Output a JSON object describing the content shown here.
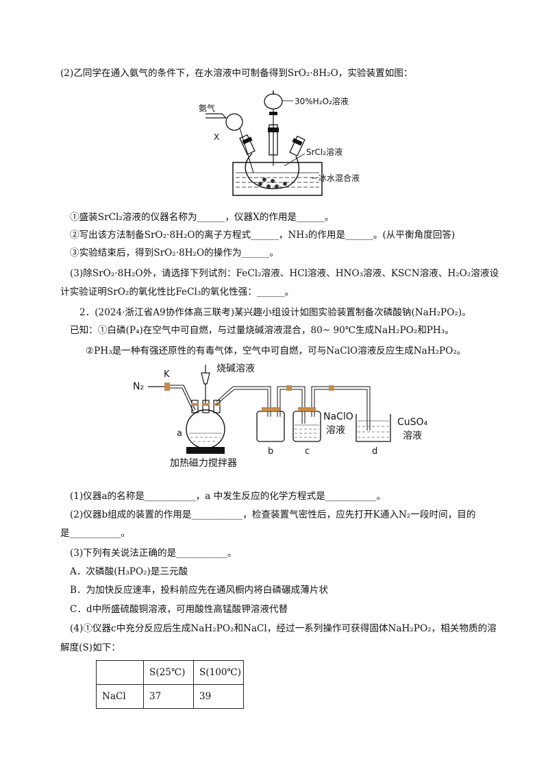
{
  "q2": {
    "intro": "(2)乙同学在通入氨气的条件下，在水溶液中可制备得到SrO₂·8H₂O，实验装置如图：",
    "fig1": {
      "h2o2": "30%H₂O₂溶液",
      "nh3": "氨气",
      "x": "X",
      "srcl2": "SrCl₂溶液",
      "ice": "冰水混合液"
    },
    "s1": "①盛装SrCl₂溶液的仪器名称为______，仪器X的作用是______。",
    "s2": "②写出该方法制备SrO₂·8H₂O的离子方程式______，NH₃的作用是______。(从平衡角度回答)",
    "s3": "③实验结束后，得到SrO₂·8H₂O的操作为______。"
  },
  "q3": {
    "line1": "(3)除SrO₂·8H₂O外，请选择下列试剂：FeCl₂溶液、HCl溶液、HNO₃溶液、KSCN溶液、H₂O₂溶液设",
    "line2": "计实验证明SrO₂的氧化性比FeCl₃的氧化性强：______。"
  },
  "p2": {
    "head": "2．(2024·浙江省A9协作体高三联考)某兴趣小组设计如图实验装置制备次磷酸钠(NaH₂PO₂)。",
    "known1": "已知：①白磷(P₄)在空气中可自燃，与过量烧碱溶液混合，80~ 90℃生成NaH₂PO₂和PH₃。",
    "known2": "②PH₃是一种有强还原性的有毒气体，空气中可自燃，可与NaClO溶液反应生成NaH₂PO₂。",
    "fig2": {
      "naoh": "烧碱溶液",
      "n2": "N₂",
      "k": "K",
      "a": "a",
      "b": "b",
      "c": "c",
      "d": "d",
      "naclo": "NaClO",
      "naclo2": "溶液",
      "cuso4": "CuSO₄",
      "cuso42": "溶液",
      "stirrer": "加热磁力搅拌器"
    },
    "q1": "(1)仪器a的名称是___________，a 中发生反应的化学方程式是___________。",
    "q2a": "(2)仪器b组成的装置的作用是___________，检查装置气密性后，应先打开K通入N₂一段时间，目的",
    "q2b": "是___________。",
    "q3": "(3)下列有关说法正确的是___________。",
    "optA": "A．次磷酸(H₃PO₂)是三元酸",
    "optB": "B．为加快反应速率，投料前应先在通风橱内将白磷碾成薄片状",
    "optC": "C．d中所盛硫酸铜溶液，可用酸性高锰酸钾溶液代替",
    "q4a": "(4)①仪器c中充分反应后生成NaH₂PO₂和NaCl，经过一系列操作可获得固体NaH₂PO₂，相关物质的溶",
    "q4b": "解度(S)如下：",
    "table": {
      "h1": "S(25℃)",
      "h2": "S(100℃)",
      "r1c0": "NaCl",
      "r1c1": "37",
      "r1c2": "39"
    }
  }
}
